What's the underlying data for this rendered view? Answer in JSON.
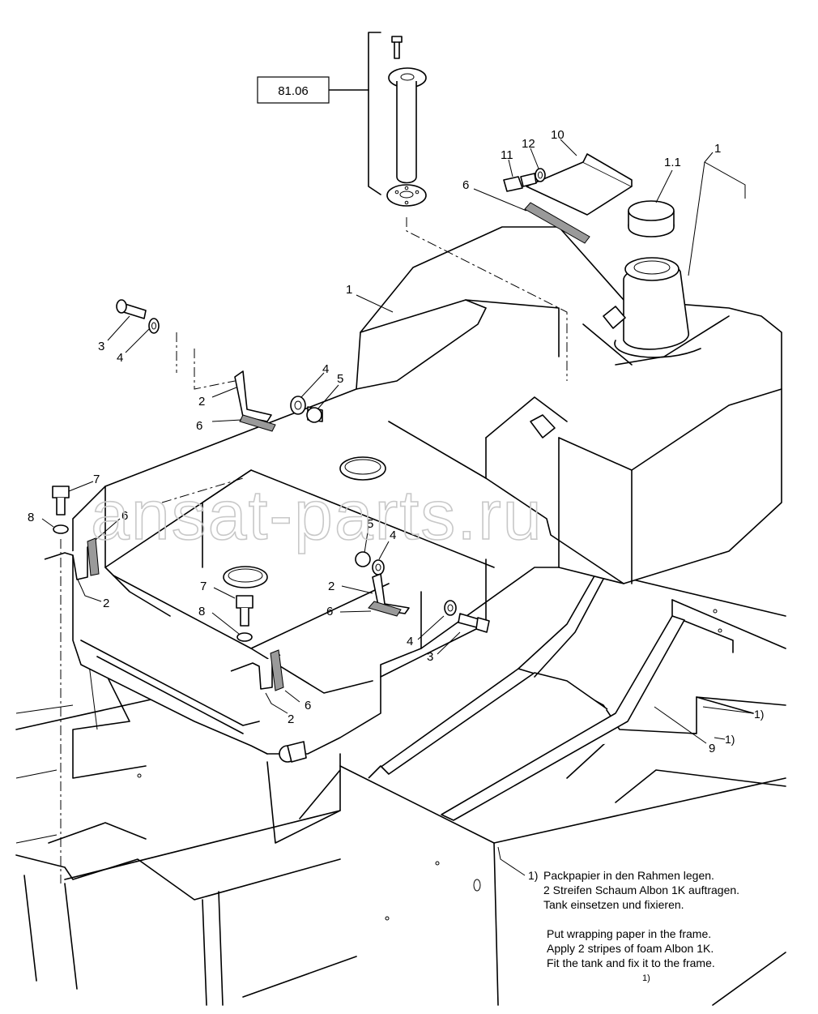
{
  "reference_box": "81.06",
  "callouts": [
    {
      "id": "c-1-top",
      "text": "1"
    },
    {
      "id": "c-1-1",
      "text": "1.1"
    },
    {
      "id": "c-10",
      "text": "10"
    },
    {
      "id": "c-12",
      "text": "12"
    },
    {
      "id": "c-11",
      "text": "11"
    },
    {
      "id": "c-6-top",
      "text": "6"
    },
    {
      "id": "c-1-mid",
      "text": "1"
    },
    {
      "id": "c-3-left",
      "text": "3"
    },
    {
      "id": "c-4-left",
      "text": "4"
    },
    {
      "id": "c-4-bracket",
      "text": "4"
    },
    {
      "id": "c-5-bracket",
      "text": "5"
    },
    {
      "id": "c-2-upper",
      "text": "2"
    },
    {
      "id": "c-6-upper",
      "text": "6"
    },
    {
      "id": "c-7-left",
      "text": "7"
    },
    {
      "id": "c-8-left",
      "text": "8"
    },
    {
      "id": "c-6-left",
      "text": "6"
    },
    {
      "id": "c-2-left",
      "text": "2"
    },
    {
      "id": "c-5-center",
      "text": "5"
    },
    {
      "id": "c-4-center",
      "text": "4"
    },
    {
      "id": "c-7-center",
      "text": "7"
    },
    {
      "id": "c-2-center",
      "text": "2"
    },
    {
      "id": "c-8-center",
      "text": "8"
    },
    {
      "id": "c-6-center",
      "text": "6"
    },
    {
      "id": "c-4-right",
      "text": "4"
    },
    {
      "id": "c-3-right",
      "text": "3"
    },
    {
      "id": "c-6-bottom",
      "text": "6"
    },
    {
      "id": "c-2-bottom",
      "text": "2"
    },
    {
      "id": "c-1-note-a",
      "text": "1)"
    },
    {
      "id": "c-9",
      "text": "9"
    },
    {
      "id": "c-1-note-b",
      "text": "1)"
    },
    {
      "id": "c-1-small",
      "text": "1)"
    }
  ],
  "note": {
    "marker": "1)",
    "german": [
      "Packpapier in den Rahmen legen.",
      "2 Streifen Schaum Albon 1K auftragen.",
      "Tank einsetzen und fixieren."
    ],
    "english": [
      "Put wrapping paper in the frame.",
      "Apply 2 stripes of foam Albon 1K.",
      "Fit the tank and fix it to the frame."
    ]
  },
  "watermark": "ansat-parts.ru"
}
